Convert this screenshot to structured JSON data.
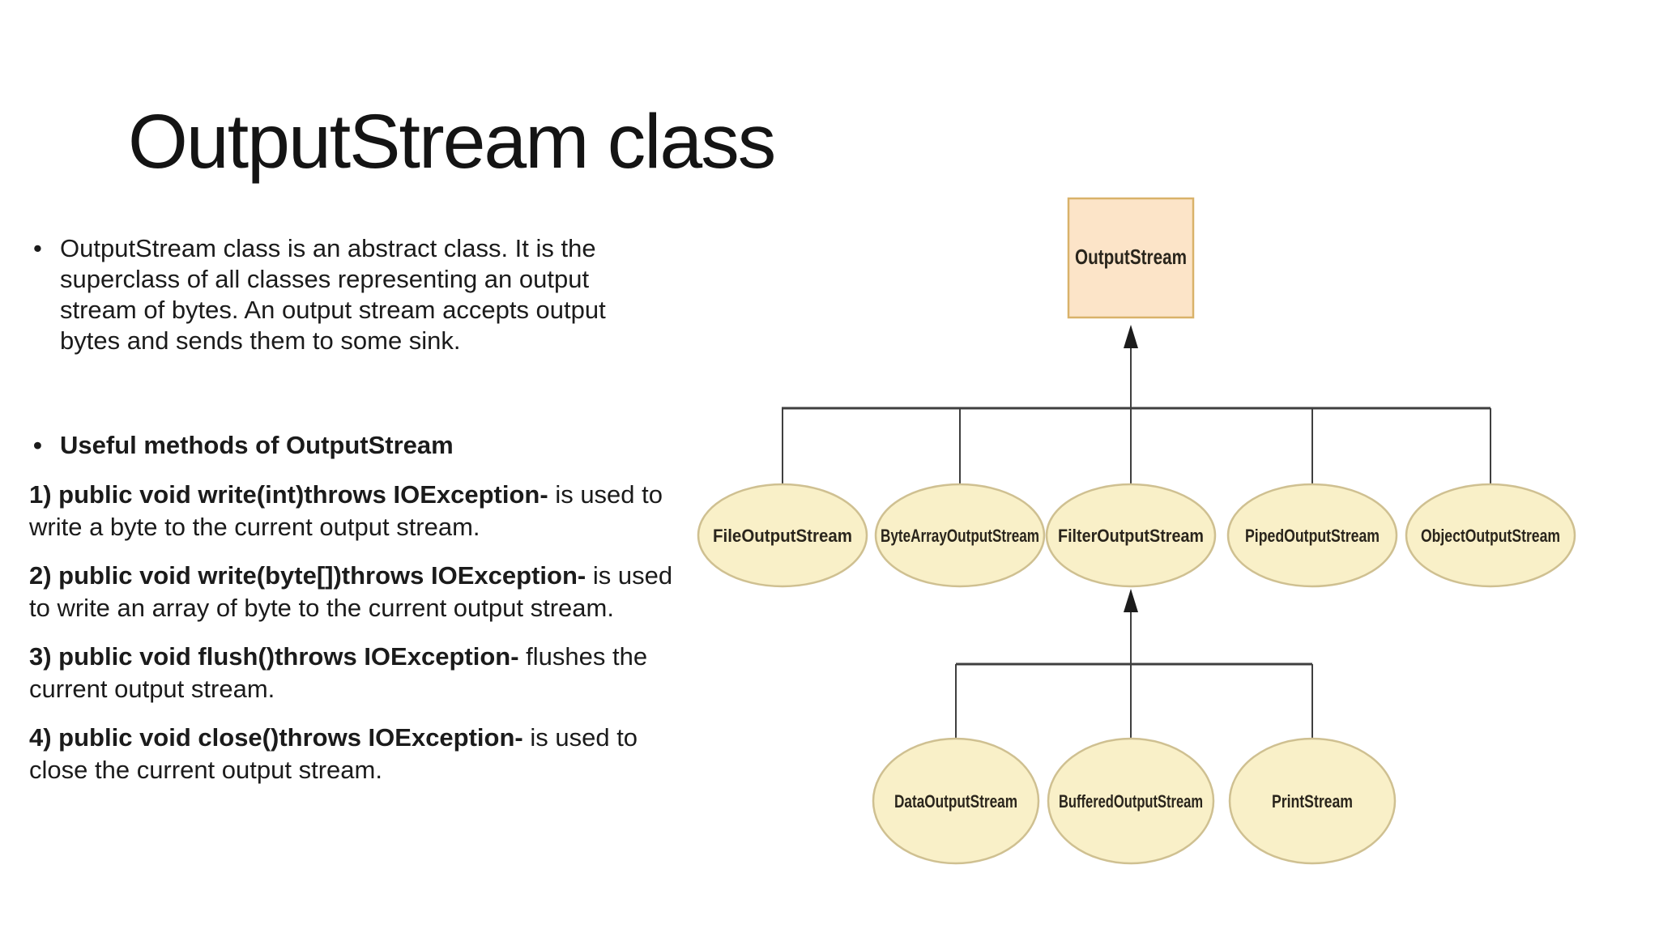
{
  "title": "OutputStream class",
  "bullet_char": "•",
  "intro": {
    "lines": [
      "OutputStream class is an abstract class. It is the",
      "superclass of all classes representing an output",
      "stream of bytes. An output stream accepts output",
      "bytes and sends them to some sink."
    ]
  },
  "methods_heading": "Useful methods of OutputStream",
  "methods": [
    {
      "bold": "1) public void write(int)throws IOException-",
      "tail": " is used to",
      "line2": "write a byte to the current output stream."
    },
    {
      "bold": "2) public void write(byte[])throws IOException-",
      "tail": " is used",
      "line2": "to write an array of byte to the current output stream."
    },
    {
      "bold": "3) public void flush()throws IOException-",
      "tail": " flushes the",
      "line2": "current output stream."
    },
    {
      "bold": "4) public void close()throws IOException-",
      "tail": " is used to",
      "line2": "close the current output stream."
    }
  ],
  "diagram": {
    "root": "OutputStream",
    "level1": [
      "FileOutputStream",
      "ByteArrayOutputStream",
      "FilterOutputStream",
      "PipedOutputStream",
      "ObjectOutputStream"
    ],
    "level2": [
      "DataOutputStream",
      "BufferedOutputStream",
      "PrintStream"
    ],
    "colors": {
      "box_fill": "#fce4c8",
      "box_border": "#d9b26a",
      "ellipse_fill": "#f9f0c8",
      "ellipse_border": "#cfc091",
      "connector": "#3f3f3f",
      "label_text": "#2a251c"
    }
  }
}
